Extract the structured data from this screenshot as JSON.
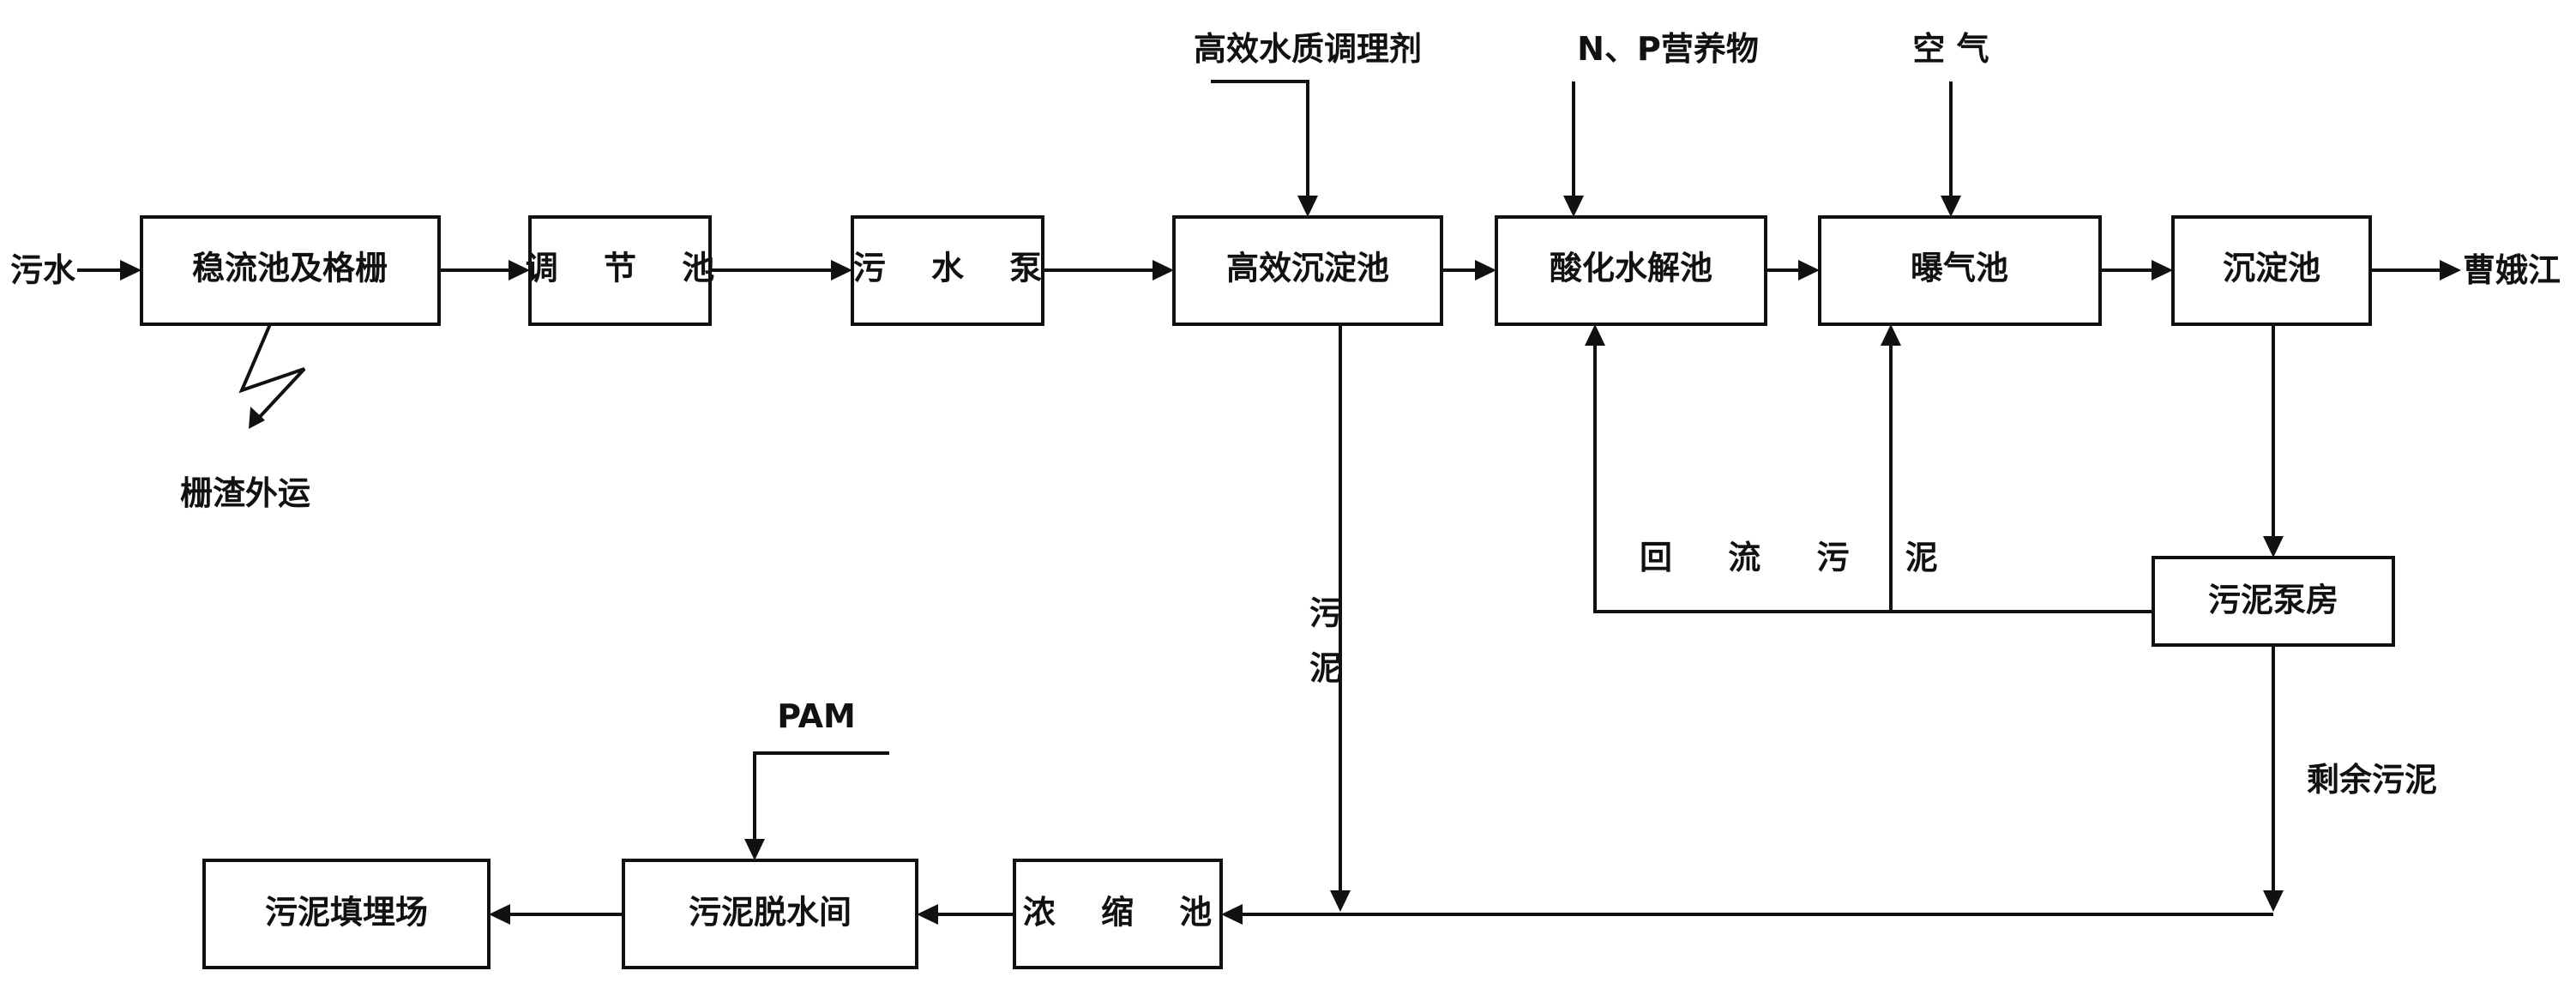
{
  "title": "",
  "boxes": {
    "stabilization_screen": "稳流池及格栅",
    "equalization_tank": "调 节 池",
    "sewage_pump": "污 水 泵",
    "high_eff_sedimentation": "高效沉淀池",
    "acid_hydrolysis": "酸化水解池",
    "aeration_tank": "曝气池",
    "settling_tank": "沉淀池",
    "sludge_pump_house": "污泥泵房",
    "thickener": "浓 缩 池",
    "dewatering_room": "污泥脱水间",
    "landfill": "污泥填埋场"
  },
  "labels": {
    "sewage_in": "污水",
    "screenings_out": "栅渣外运",
    "conditioner": "高效水质调理剂",
    "np_nutrients": "N、P营养物",
    "air": "空  气",
    "outlet_river": "曹娥江",
    "return_sludge": "回 流 污 泥",
    "sludge_char1": "污",
    "sludge_char2": "泥",
    "excess_sludge": "剩余污泥",
    "pam": "PAM"
  }
}
